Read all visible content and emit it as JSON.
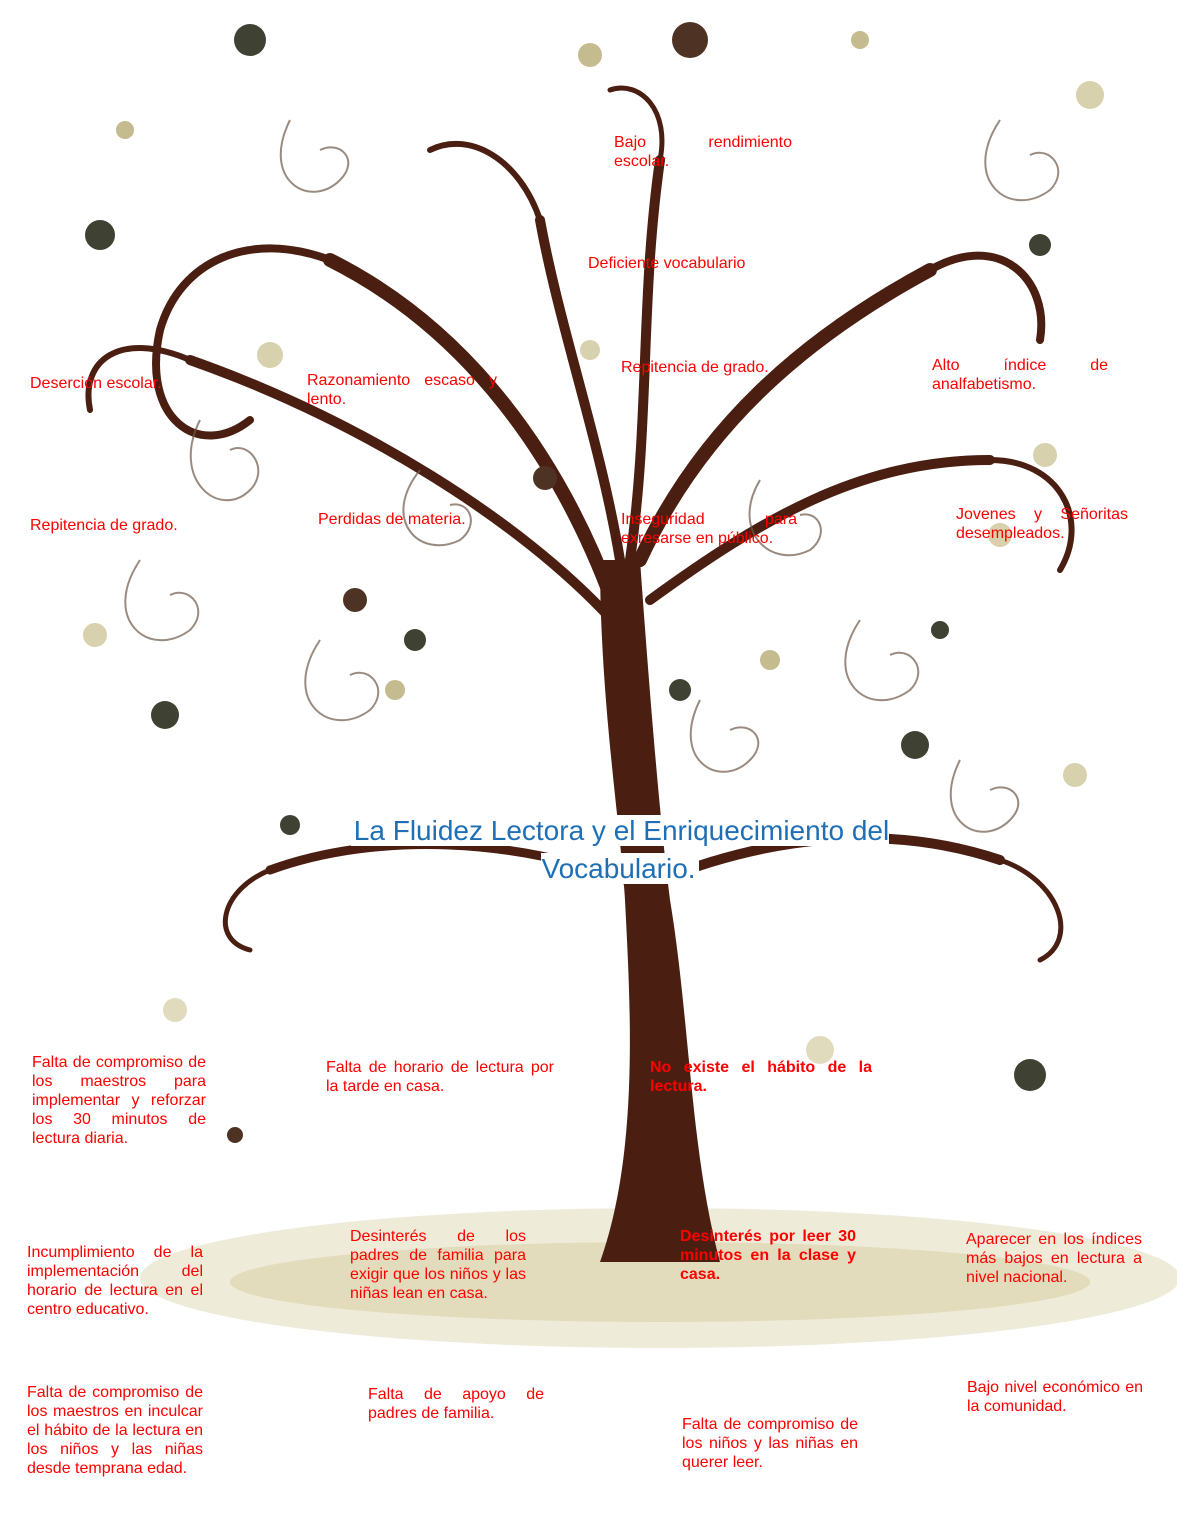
{
  "diagram": {
    "title": "La Fluidez Lectora y el Enriquecimiento del Vocabulario.",
    "label_color": "#ff0000",
    "title_color": "#1f6fb5",
    "trunk_color": "#4a1f12",
    "leaf_colors": [
      "#3f4233",
      "#c4bb8e",
      "#d8d1ad",
      "#4e3324"
    ],
    "effects": [
      {
        "id": "e1",
        "text": "Bajo rendimiento escolar."
      },
      {
        "id": "e2",
        "text": "Deficiente vocabulario"
      },
      {
        "id": "e3",
        "text": "Deserción escolar."
      },
      {
        "id": "e4",
        "text": "Razonamiento escaso y lento."
      },
      {
        "id": "e5",
        "text": "Repitencia de grado."
      },
      {
        "id": "e6",
        "text": "Alto índice de analfabetismo."
      },
      {
        "id": "e7",
        "text": "Repitencia de grado."
      },
      {
        "id": "e8",
        "text": "Perdidas de materia."
      },
      {
        "id": "e9",
        "text": "Inseguridad para exresarse en público."
      },
      {
        "id": "e10",
        "text": "Jovenes y Señoritas desempleados."
      }
    ],
    "causes": [
      {
        "id": "c1",
        "text": "Falta de compromiso de los maestros para implementar y reforzar los 30 minutos de lectura diaria."
      },
      {
        "id": "c2",
        "text": "Falta de horario de lectura por la tarde en casa."
      },
      {
        "id": "c3",
        "text": "No existe el hábito de la lectura."
      },
      {
        "id": "c4",
        "text": "Incumplimiento de la implementación del horario de lectura en el centro educativo."
      },
      {
        "id": "c5",
        "text": "Desinterés de los padres de familia para exigir que los niños y las niñas lean en casa."
      },
      {
        "id": "c6",
        "text": "Desinterés por leer 30 minutos en la clase y casa."
      },
      {
        "id": "c7",
        "text": "Aparecer en los índices más bajos en lectura a nivel nacional."
      },
      {
        "id": "c8",
        "text": "Falta de compromiso de los maestros en inculcar el hábito de la lectura en los niños y las niñas desde temprana edad."
      },
      {
        "id": "c9",
        "text": "Falta de apoyo de padres de familia."
      },
      {
        "id": "c10",
        "text": "Falta de compromiso de los niños y las niñas en querer leer."
      },
      {
        "id": "c11",
        "text": "Bajo nivel económico en la comunidad."
      }
    ]
  }
}
